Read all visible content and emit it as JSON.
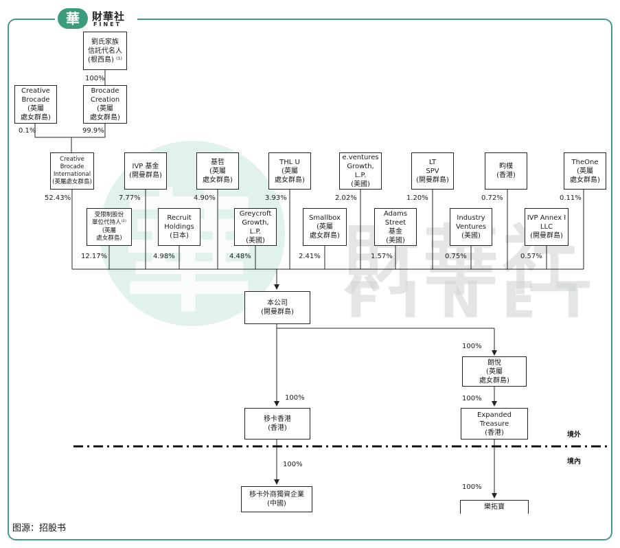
{
  "logo": {
    "badge": "華",
    "cn": "財華社",
    "en": "FINET"
  },
  "watermark": {
    "char": "華",
    "cn": "財華社",
    "en": "FINET"
  },
  "boxes": {
    "liu_trust": "劉氏家族\n信託代名人\n(根西島) ⁽¹⁾",
    "creative_brocade": "Creative\nBrocade\n(英屬\n處女群島)",
    "brocade_creation": "Brocade\nCreation\n(英屬\n處女群島)",
    "creative_brocade_intl": "Creative\nBrocade\nInternational\n(英屬處女群島)",
    "ivp_fund": "IVP 基金\n(開曼群島)",
    "jizhe": "基哲\n(英屬\n處女群島)",
    "thl_u": "THL U\n(英屬\n處女群島)",
    "eventures": "e.ventures\nGrowth, L.P.\n(美國)",
    "lt_spv": "LT\nSPV\n(開曼群島)",
    "junpu": "畇樸\n(香港)",
    "theone": "TheOne\n(英屬\n處女群島)",
    "restricted_unit": "受限制股份\n單位代持人⁽²⁾\n(英屬\n處女群島)",
    "recruit": "Recruit\nHoldings\n(日本)",
    "greycroft": "Greycroft\nGrowth, L.P.\n(美國)",
    "smallbox": "Smallbox\n(英屬\n處女群島)",
    "adams_street": "Adams\nStreet\n基金\n(美國)",
    "industry_ventures": "Industry\nVentures\n(美國)",
    "ivp_annex": "IVP Annex I\nLLC\n(開曼群島)",
    "company": "本公司\n(開曼群島)",
    "langyue": "朗悅\n(英屬\n處女群島)",
    "yika_hk": "移卡香港\n(香港)",
    "expanded_treasure": "Expanded\nTreasure\n(香港)",
    "yika_wfoe": "移卡外商獨資企業\n(中國)",
    "letuobao": "樂拓寶"
  },
  "percentages": {
    "liu_to_brocade": "100%",
    "cb_to_cbi": "0.1%",
    "bc_to_cbi": "99.9%",
    "cbi": "52.43%",
    "ivp_fund": "7.77%",
    "jizhe": "4.90%",
    "thl_u": "3.93%",
    "eventures": "2.02%",
    "lt_spv": "1.20%",
    "junpu": "0.72%",
    "theone": "0.11%",
    "restricted_unit": "12.17%",
    "recruit": "4.98%",
    "greycroft": "4.48%",
    "smallbox": "2.41%",
    "adams_street": "1.57%",
    "industry_ventures": "0.75%",
    "ivp_annex": "0.57%",
    "company_to_langyue": "100%",
    "company_to_yika_hk": "100%",
    "langyue_to_expanded": "100%",
    "yika_hk_to_wfoe": "100%",
    "expanded_to_letuobao": "100%"
  },
  "regions": {
    "offshore": "境外",
    "onshore": "境內"
  },
  "source": "图源：招股书",
  "colors": {
    "frame": "#3f9a8a",
    "logo": "#3c9b7d",
    "line": "#222222"
  }
}
